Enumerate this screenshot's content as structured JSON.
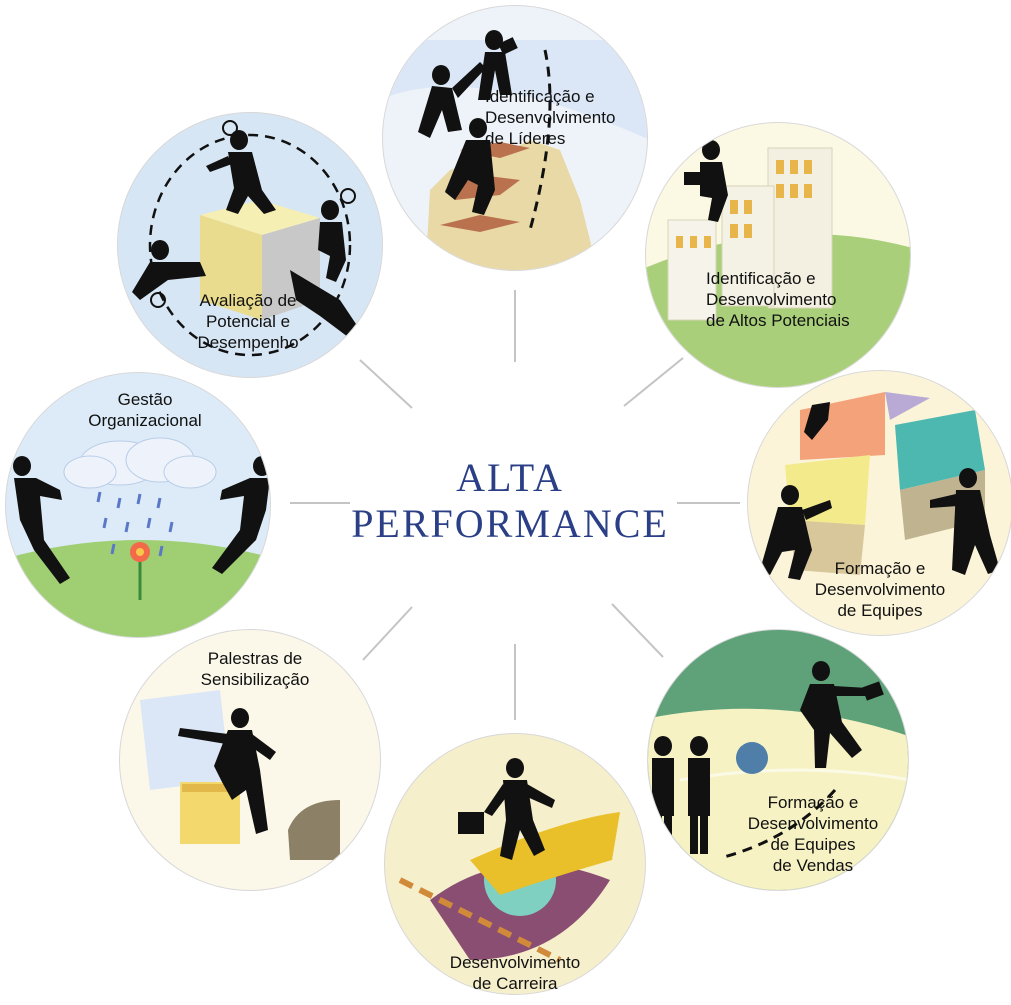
{
  "center": {
    "line1": "ALTA",
    "line2": "PERFORMANCE"
  },
  "nodes": [
    {
      "id": "lideres",
      "label": "Identificação e\nDesenvolvimento\nde Líderes"
    },
    {
      "id": "altos-potenciais",
      "label": "Identificação e\nDesenvolvimento\nde Altos Potenciais"
    },
    {
      "id": "equipes",
      "label": "Formação e\nDesenvolvimento\nde Equipes"
    },
    {
      "id": "equipes-vendas",
      "label": "Formação e\nDesenvolvimento\nde Equipes\nde Vendas"
    },
    {
      "id": "carreira",
      "label": "Desenvolvimento\nde Carreira"
    },
    {
      "id": "palestras",
      "label": "Palestras de\nSensibilização"
    },
    {
      "id": "gestao",
      "label": "Gestão\nOrganizacional"
    },
    {
      "id": "avaliacao",
      "label": "Avaliação de\nPotencial e\nDesempenho"
    }
  ],
  "colors": {
    "title": "#2a3f86",
    "connector": "#c4c4c4",
    "figure": "#111111",
    "ring": "#d8d8d8"
  },
  "icons": [
    "mountain-climb-icon",
    "office-buildings-icon",
    "pie-chart-teamwork-icon",
    "sales-race-icon",
    "career-path-icon",
    "folder-stepping-icon",
    "rain-cloud-flower-icon",
    "juggling-cube-icon"
  ]
}
